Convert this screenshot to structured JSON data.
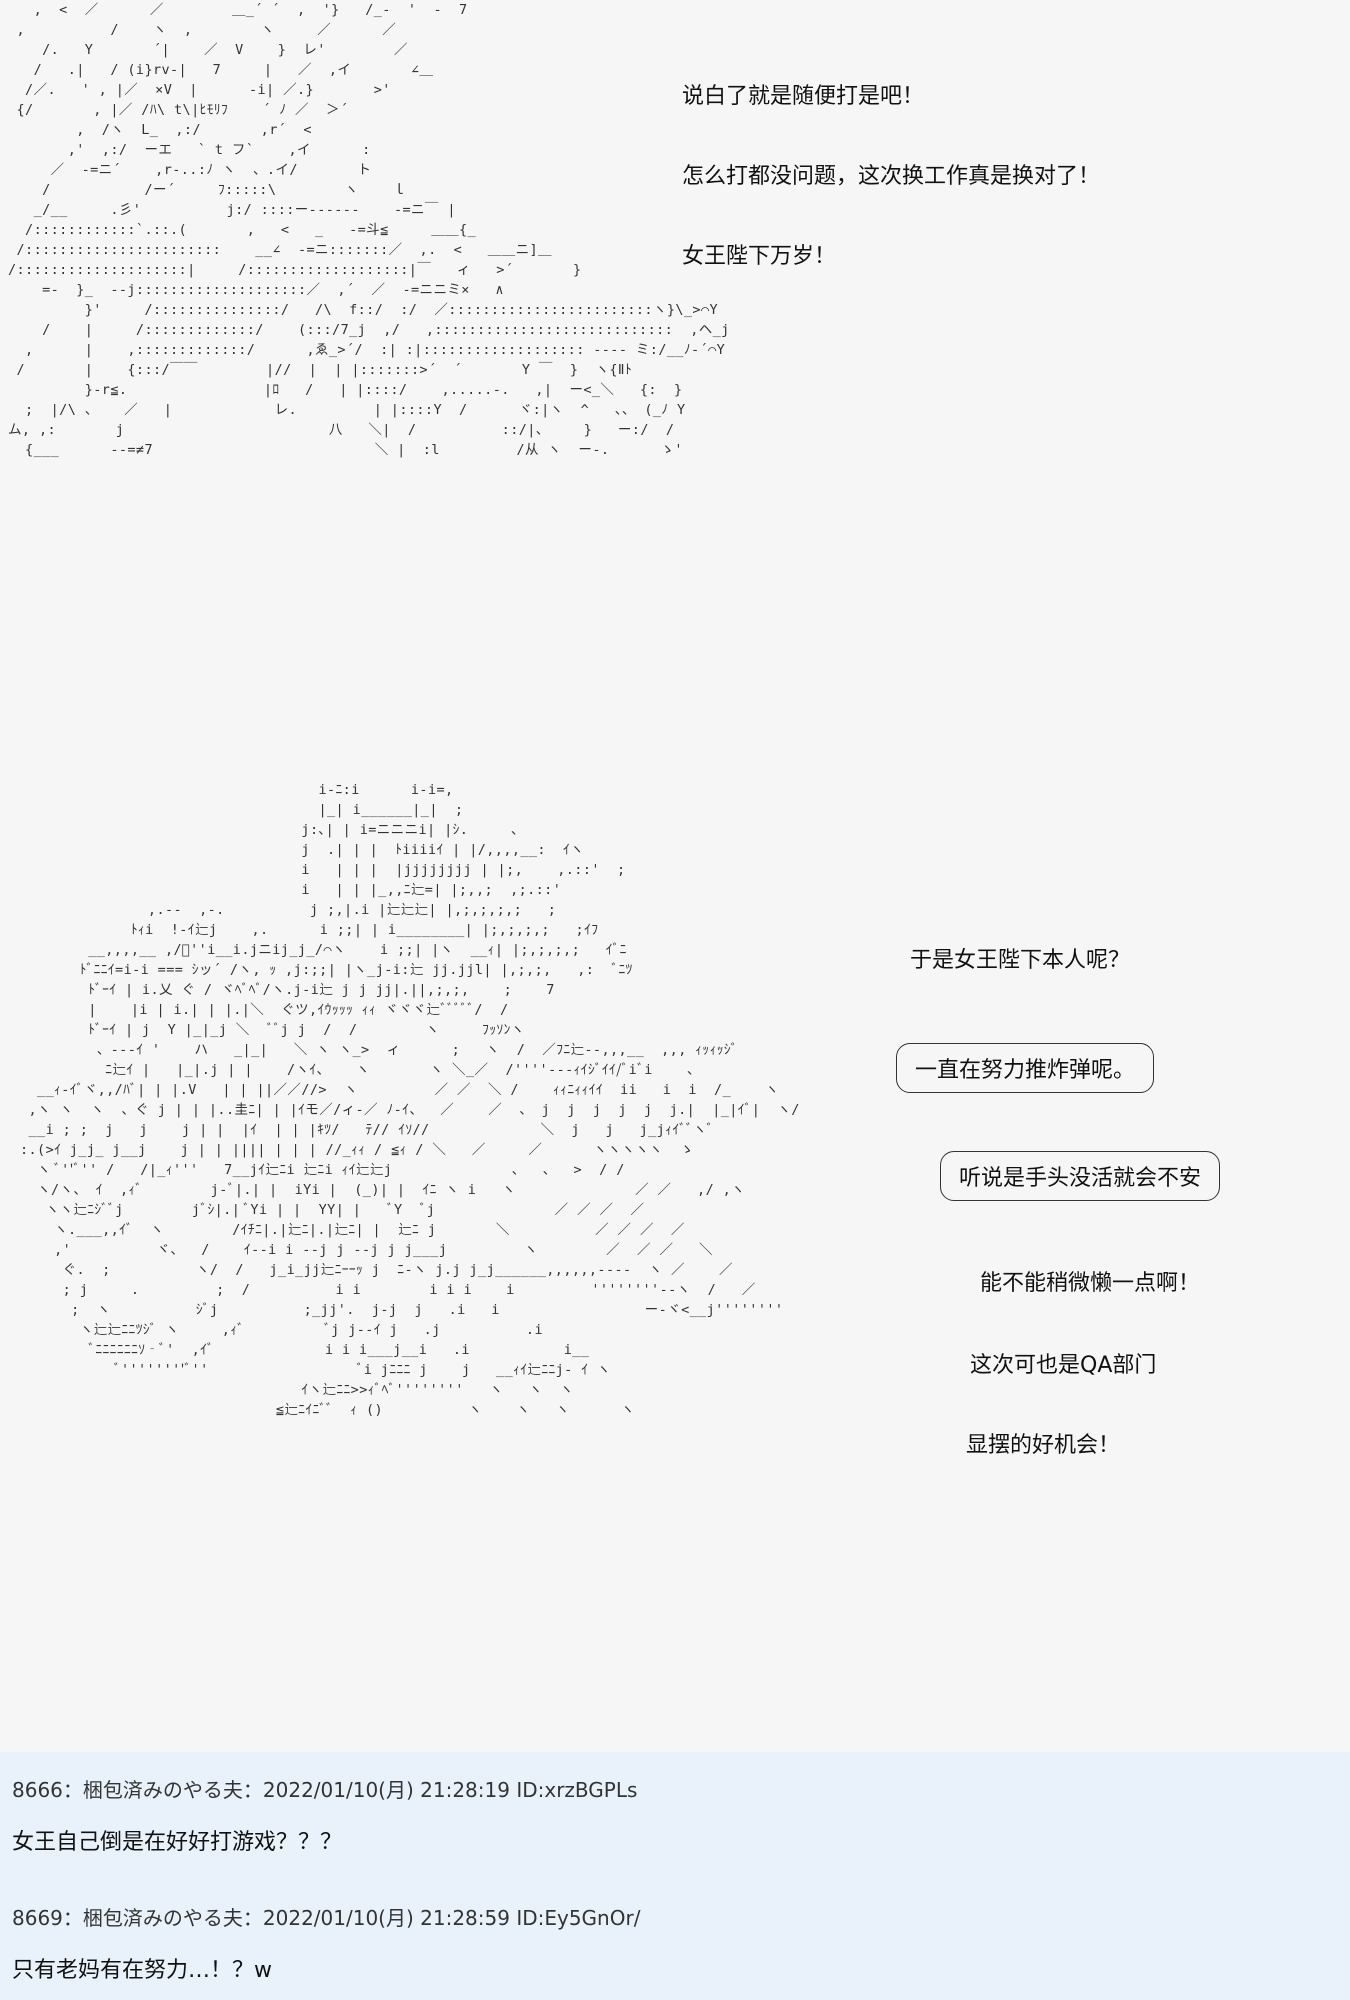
{
  "artwork": {
    "top_ascii": "   ,  <  ／      ／        ＿_´ ´  ,  '}   /_-  '  -  7\n ,          /    ヽ  ,        ヽ     ／      ／\n    /.   Y       ´|    ／  V    }  レ'        ／\n   /   .|   / (i}rv-|   7     |   ／  ,イ       ∠＿\n  /／.   ' , |／  ×V  |      -i| ／.}       >'\n {/       , |／ /ﾊ\\ t\\|ﾋﾓﾘﾌ    ´ ﾉ ／  ＞´\n        ,  /ヽ  L_  ,:/       ,r´  <\n       ,'  ,:/  ーエ   ` t フ`    ,イ      :\n     ／  -=ニ´    ,r-..:ﾉ ヽ  、.イ/       ト\n    /           /ー´     ﾌ:::::\\        ヽ    ｌ\n   _/__     .彡'          j:/ ::::ー‐‐‐‐‐-    -=ニ￣ |\n  /::::::::::::`.::.(       ,   <   _   -=斗≦     ＿＿{_\n /:::::::::::::::::::::::    __∠  -=ニ:::::::／  ,.  <   ＿＿ニ]＿\n/::::::::::::::::::::|     /:::::::::::::::::::|￣   ィ   >´       }\n    =-  }_  -‐j::::::::::::::::::::／  ,´  ／  -=ニニミ×   ∧\n         }'     /:::::::::::::::/   /\\  f::/  :/  ／::::::::::::::::::::::::ヽ}\\_>⌒Y\n    /    |     /:::::::::::::/    (:::/7_j  ,/   ,::::::::::::::::::::::::::::  ,ヘ_j\n  ,      |    ,:::::::::::::/      ,ゑ_>´/  :| :|::::::::::::::::::: -‐-- ミ:/__ﾉ-´⌒Y\n /       |    {:::/￣￣        |//  |  | |:::::::>´  ´       Y ￣  }  ヽ{Ⅱﾄ\n         }-r≦.                |ﾛ   /   | |::::/    ,.....-.   ,|  ー<_＼   {:  }\n  ;  |/\\ 、   ／   |            レ.         | |::::Y  /      ヾ:|ヽ  ^   、、 (_ﾉ Y\nム, ,:       j                        八   ＼|  /          ::/|、    }   ー:/  /\n  {___      -‐=≠7                          ＼ |  :l         /从 ヽ  ー-.      ゝ'",
    "bottom_ascii": "                                   i-ﾆ:i      i-i=,\n                                   |_| i______|_|  ;\n                                 j:､| | i=ニニニi| |ｼ.     、\n                                 j  .| | |  ﾄiiiiｲ | |/,,,,__:  ｲヽ\n                                 i   | | |  |jjjjjjjj | |;,    ,.::'  ;\n                                 i   | | |_,,ﾆ辷=| |;,,;  ,;.::'\n               ,.-‐  ,-.          j ;,|.i |辷辷辷| |,;,;,;,;   ;\n             ﾄｨi  !-ｲ辷j    ,.      i ;;| | i________| |;,;,;,;   ;ｲﾌ\n        __,,,,__ ,/ﾞ''i__i.jニij_j_/⌒ヽ    i ;;| |ヽ  __ｨ| |;,;,;,;   ｲﾞﾆ\n       ﾄﾞﾆﾆｲ=i-i === ｼッ´ /ヽ, ｯ ,j:;;| |ヽ_j-i:辷 jj.jjl| |,;,;,   ,:  ﾞﾆﾂ\n        ﾄﾞｰｲ | i.乂 ぐ / ヾﾍﾞﾍﾞ/ヽ.j-i辷 j j jj|.||,;,;,    ;    7\n        |    |i | i.| | |.|＼  ぐツ,ｲｳｯｯｯ ｨｨ ヾヾヾ辷ﾞﾞﾞﾞﾞ/  /\n        ﾄﾞｰｲ | j  Y |_|_j ＼  ﾞﾞj j  /  /        ヽ     ﾌｯｿﾝヽ\n         、--‐ｲ '    ハ   _|_|   ＼ ヽ ヽ_>  ィ      ;   ヽ  /  ／ﾌﾆ辷--,,,__  ,,, ｨｯｨｯｼﾞ\n          ﾆ辷ｲ |   |_|.j | |    /ヽｲ、   ヽ       ヽ ＼_／  /''''--‐ｨｲｼﾞｲｲ/ﾞiﾞi    、\n  __ｨ-ｲﾞヾ,,/ﾊﾞ| | |.V   | | ||／／//>  ヽ         ／ ／  ＼ /    ｨｨﾆｨｨｲｲ  ii   i  i  /_    ヽ  \n ,ヽ ヽ  ヽ  、ぐ j | | |..圭ﾆ| | |ｲモ／/ィ‐／ ﾉ‐ｲ、  ／    ／  、 j  j  j  j  j  j.|  |_|ｲﾞ|  ヽ/    \n __i ; ;  j   j    j | |  |ｲ  | | |ｷﾂ/   ﾃ// ｲｿ//             ＼  j   j   j_jｨｲﾞﾞヽﾞ       \n:.(>ｲ j_j_ j__j    j | | |||| | | | //_ｨｨ / ≦ｨ / ＼   ／     ／      ヽヽヽヽヽ  ゝ    \n  ヽ ﾞ''ﾞ'' /   /|_ｨ'''   7__jｲ辷ﾆi 辷ﾆi ｨｲ辷辷j              、  、  >  / /    \n  ヽ/ヽ、 ｲ  ,ｨﾞ        j‐ﾞ|.| |  iYi |  (_)| |  ｲﾆ ヽ i   ヽ              ／ ／   ,/ ,ヽ\n   ヽヽ辷ﾆｼﾞﾞj        jﾞｼ|.| ﾞYi | |  YY| |   ﾞY  ﾞj              ／ ／ ／  ／\n    ヽ.___,,ｲﾞ  ヽ        /ｲﾁﾆ|.|辷ﾆ|.|辷ﾆ| |  辷ﾆ j       ＼          ／ ／ ／  ／\n    ,'          ヾ、  /    ｲ‐‐i i ‐‐j j ‐‐j j j___j         ヽ        ／  ／ ／   ＼ \n     ぐ.  ;          ヽ/  /   j_i_jj辷ﾆｰｰｯ j  ﾆ‐ヽ j.j j_j______,,,,,,‐‐‐-  ヽ ／    ／        \n     ; j     .         ;  /          i i        i i i    i         ''''''''--ヽ  /   ／\n      ;  ヽ          ｼﾞj          ;_jj'.  j‐j  j   .i   i                 ー-ヾ<__j''''''''\n       ヽ辷辷ﾆﾆﾂｼﾞ ヽ     ,ｨﾞ          ﾞj j‐‐ｲ j   .j          .i\n        ﾞﾆﾆﾆﾆﾆﾆｿ‐ﾞ'  ,ｲﾞ             i i i___j__i   .i           i__\n           ﾞ''''''''ﾞ''                  ﾞi jﾆﾆﾆ j    j   __ｨｲ辷ﾆﾆj‐ ｲ ヽ\n                                 ｲヽ辷ﾆﾆ>>ｨﾞﾍﾞ''''''''   ヽ   ヽ  ヽ\n                              ≦辷ﾆｲﾆﾞﾞ  ｨ ()          ヽ    ヽ   ヽ      ヽ"
  },
  "narration_top": [
    "说白了就是随便打是吧！",
    "怎么打都没问题，这次换工作真是换对了！",
    "女王陛下万岁！"
  ],
  "narration_mid": "于是女王陛下本人呢？",
  "bubbles": [
    "一直在努力推炸弹呢。",
    "听说是手头没活就会不安"
  ],
  "narration_bottom": [
    "能不能稍微懒一点啊！",
    "这次可也是QA部门",
    "显摆的好机会！"
  ],
  "posts": [
    {
      "header": "8666：梱包済みのやる夫：2022/01/10(月) 21:28:19 ID:xrzBGPLs",
      "body": "女王自己倒是在好好打游戏？？？"
    },
    {
      "header": "8669：梱包済みのやる夫：2022/01/10(月) 21:28:59 ID:Ey5GnOr/",
      "body": "只有老妈有在努力…！？w"
    }
  ]
}
